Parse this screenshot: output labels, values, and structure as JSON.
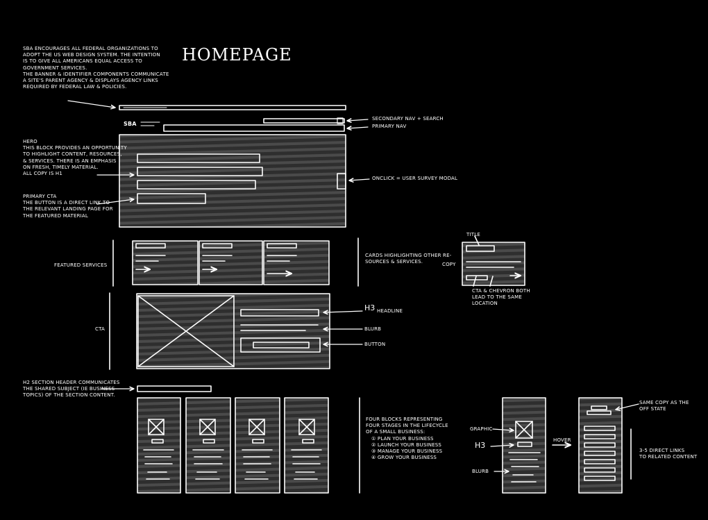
{
  "title": "HOMEPAGE",
  "logo": "SBA",
  "notes": {
    "intro": [
      "SBA ENCOURAGES ALL FEDERAL ORGANIZATIONS TO",
      "ADOPT THE US WEB DESIGN SYSTEM. THE INTENTION",
      "IS TO GIVE ALL AMERICANS EQUAL ACCESS TO",
      "GOVERNMENT SERVICES.",
      "THE BANNER & IDENTIFIER COMPONENTS COMMUNICATE",
      "A SITE'S PARENT AGENCY & DISPLAYS AGENCY LINKS",
      "REQUIRED BY FEDERAL LAW & POLICIES."
    ],
    "hero": [
      "HERO",
      "THIS BLOCK PROVIDES AN OPPORTUNITY",
      "TO HIGHLIGHT CONTENT, RESOURCES,",
      "& SERVICES. THERE IS AN EMPHASIS",
      "ON FRESH, TIMELY MATERIAL.",
      "ALL COPY IS H1"
    ],
    "primary_cta": [
      "PRIMARY CTA",
      "THE BUTTON IS A DIRECT LINK TO",
      "THE RELEVANT LANDING PAGE FOR",
      "THE FEATURED MATERIAL"
    ],
    "secondary_nav": "SECONDARY NAV + SEARCH",
    "primary_nav": "PRIMARY NAV",
    "onclick": "ONCLICK = USER SURVEY MODAL",
    "featured_services": "FEATURED SERVICES",
    "cards": [
      "CARDS HIGHLIGHTING OTHER RE-",
      "SOURCES & SERVICES."
    ],
    "card_title": "TITLE",
    "card_copy": "COPY",
    "card_cta": [
      "CTA & CHEVRON BOTH",
      "LEAD TO THE SAME",
      "LOCATION"
    ],
    "cta": "CTA",
    "h3_headline_h": "H3",
    "h3_headline": "HEADLINE",
    "blurb": "BLURB",
    "button": "BUTTON",
    "h2": [
      "H2 SECTION HEADER COMMUNICATES",
      "THE SHARED SUBJECT (IE BUSINESS",
      "TOPICS) OF THE SECTION CONTENT."
    ],
    "four_blocks": [
      "FOUR BLOCKS REPRESENTING",
      "FOUR STAGES IN THE LIFECYCLE",
      "OF A SMALL BUSINESS:",
      "① PLAN YOUR BUSINESS",
      "② LAUNCH YOUR BUSINESS",
      "③ MANAGE YOUR BUSINESS",
      "④ GROW YOUR BUSINESS"
    ],
    "graphic": "GRAPHIC",
    "h3": "H3",
    "blurb2": "BLURB",
    "hover": "HOVER",
    "same_copy": [
      "SAME COPY AS THE",
      "OFF STATE"
    ],
    "direct_links": [
      "3-5 DIRECT LINKS",
      "TO RELATED CONTENT"
    ]
  },
  "colors": {
    "background": "#000000",
    "stroke": "#ffffff",
    "fill": "#3c3c3c"
  }
}
